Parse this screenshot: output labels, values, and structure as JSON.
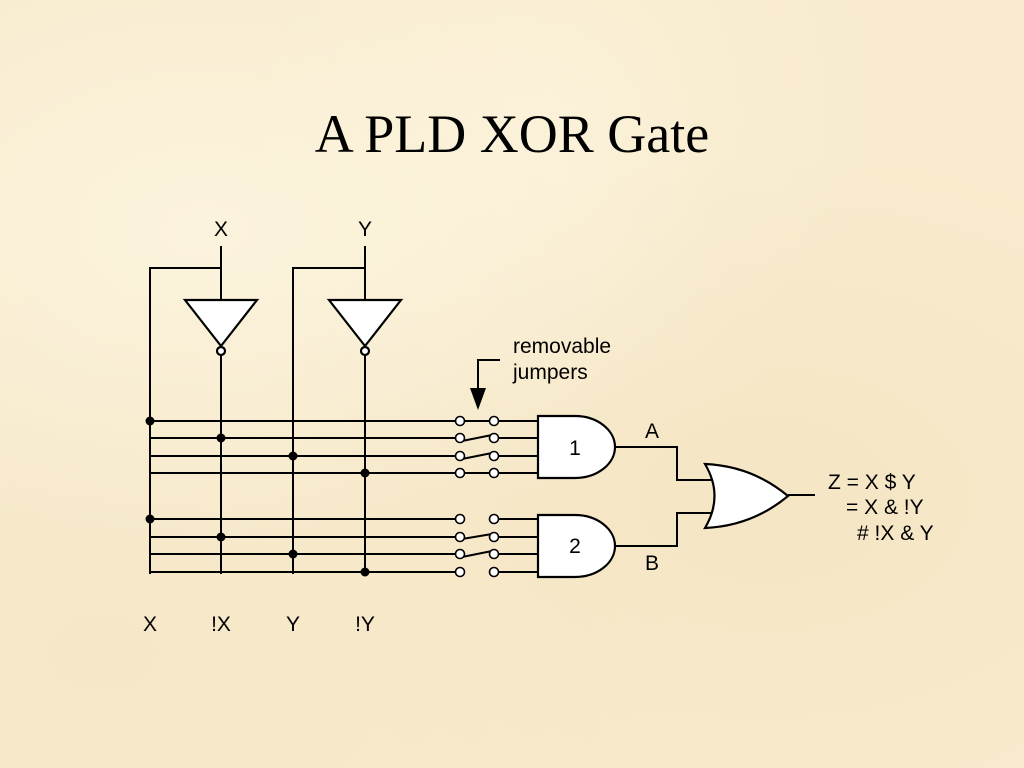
{
  "title": "A PLD XOR Gate",
  "inputs": {
    "x_top": "X",
    "y_top": "Y"
  },
  "bottom_labels": [
    "X",
    "!X",
    "Y",
    "!Y"
  ],
  "annotation": {
    "line1": "removable",
    "line2": "jumpers"
  },
  "and_gates": [
    "1",
    "2"
  ],
  "outputs": {
    "a": "A",
    "b": "B"
  },
  "equation": {
    "line1": "Z = X $ Y",
    "line2": "= X & !Y",
    "line3": "# !X & Y"
  }
}
